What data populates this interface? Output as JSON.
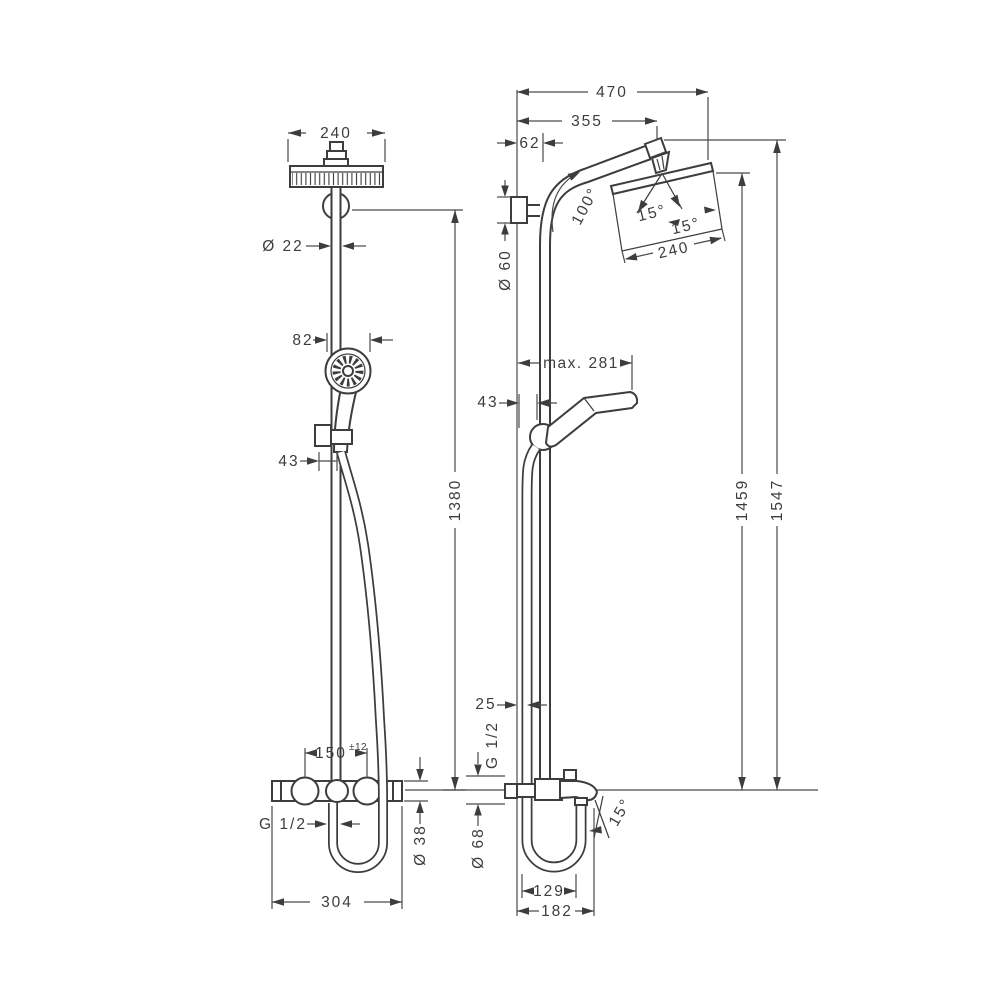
{
  "drawing": {
    "colors": {
      "line": "#3d3d3d",
      "dimension": "#4a4a4a",
      "background": "#ffffff"
    },
    "front_view": {
      "head_width": "240",
      "pipe_diameter": "Ø 22",
      "handshower_diameter": "82",
      "holder_depth": "43",
      "column_height": "1380",
      "connection_spacing": "150",
      "connection_spacing_tolerance": "±12",
      "hose_connection_thread": "G 1/2",
      "valve_body_diameter": "Ø 38",
      "valve_width": "304"
    },
    "side_view": {
      "total_depth": "470",
      "head_projection": "355",
      "wall_to_column": "62",
      "arm_angle": "100°",
      "spray_angle_left": "15°",
      "spray_angle_right": "15°",
      "head_length": "240",
      "wall_escutcheon_diameter": "Ø 60",
      "handshower_max_reach": "max. 281",
      "holder_wall_offset": "43",
      "head_mounting_height": "1459",
      "total_height": "1547",
      "wall_clearance": "25",
      "connection_thread": "G 1/2",
      "valve_escutcheon_diameter": "Ø 68",
      "spout_angle": "15°",
      "hose_loop_width": "129",
      "spout_reach": "182"
    }
  }
}
